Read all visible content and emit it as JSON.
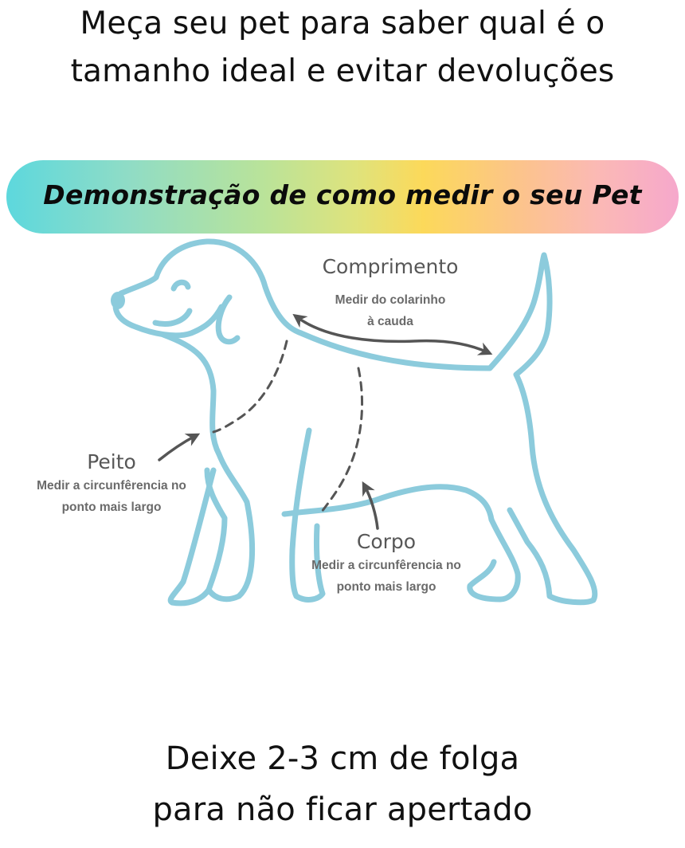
{
  "header": {
    "lines": [
      "Meça seu pet para saber qual é o",
      "tamanho ideal e evitar devoluções"
    ]
  },
  "banner": {
    "text": "Demonstração de como medir o seu Pet",
    "gradient_colors": [
      "#5dd8dd",
      "#b9e39a",
      "#fcd95a",
      "#fbb9b5",
      "#f6a8cc"
    ]
  },
  "diagram": {
    "outline_color": "#8ccbdc",
    "arrow_color": "#555555",
    "measurements": [
      {
        "id": "comprimento",
        "title": "Comprimento",
        "desc_lines": [
          "Medir do colarinho",
          "à cauda"
        ]
      },
      {
        "id": "peito",
        "title": "Peito",
        "desc_lines": [
          "Medir a circunfêrencia no",
          "ponto mais largo"
        ]
      },
      {
        "id": "corpo",
        "title": "Corpo",
        "desc_lines": [
          "Medir a circunfêrencia no",
          "ponto mais largo"
        ]
      }
    ]
  },
  "footer": {
    "lines": [
      "Deixe 2-3 cm de folga",
      "para não ficar apertado"
    ]
  }
}
